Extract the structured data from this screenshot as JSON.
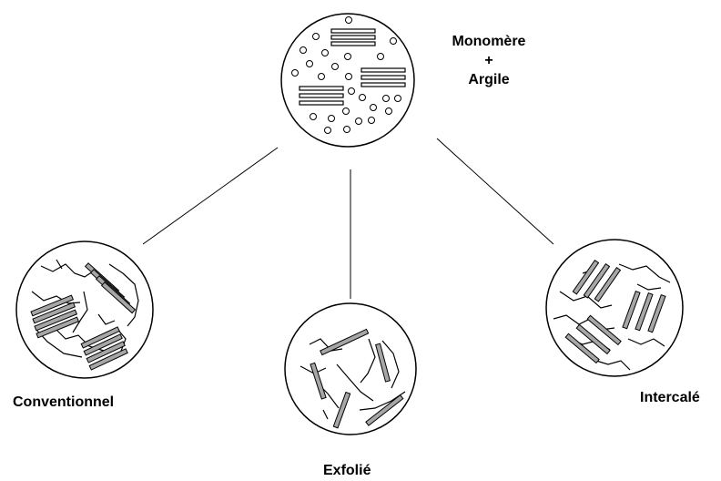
{
  "labels": {
    "top_line1": "Monomère",
    "top_line2": "+",
    "top_line3": "Argile",
    "conventional": "Conventionnel",
    "exfoliated": "Exfolié",
    "intercalated": "Intercalé"
  },
  "colors": {
    "stroke": "#000000",
    "platelet_fill": "#a6a6a6",
    "background": "#ffffff"
  }
}
